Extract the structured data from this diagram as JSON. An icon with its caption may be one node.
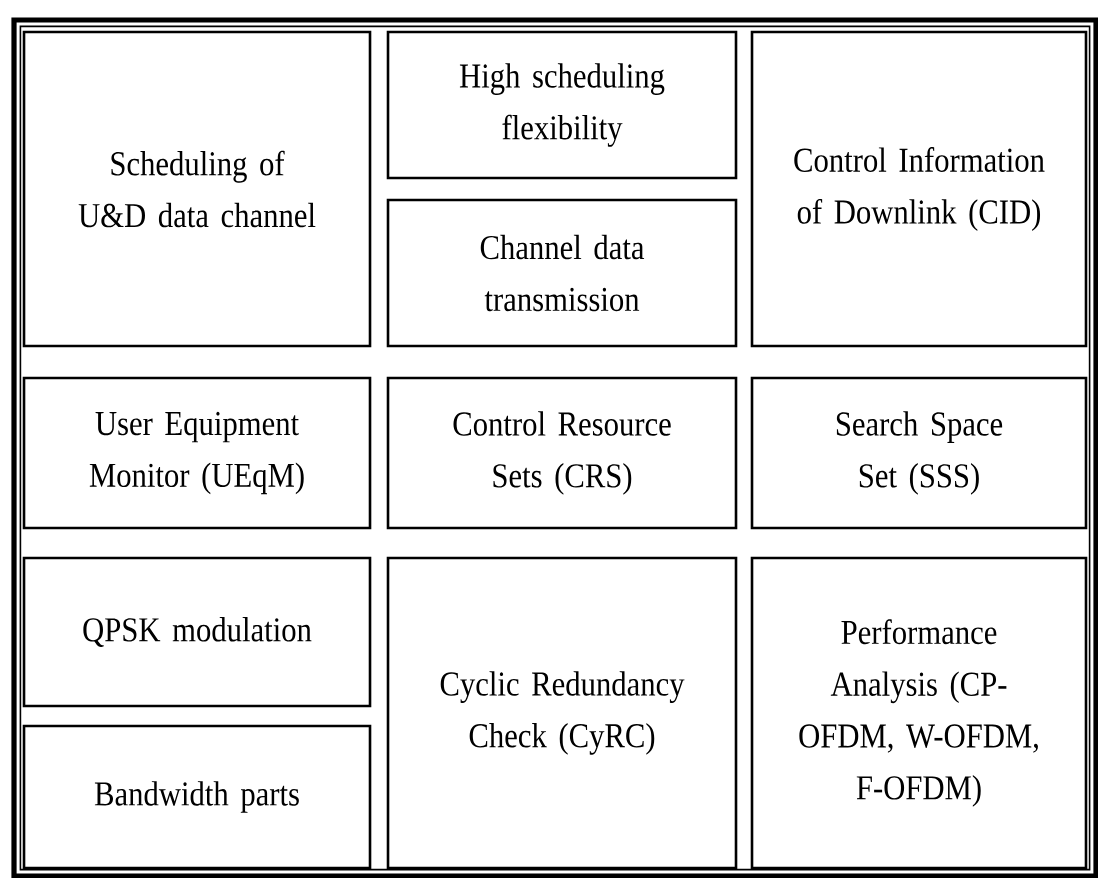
{
  "diagram": {
    "nodes": [
      {
        "text": [],
        "shape": "box"
      },
      {
        "text": [
          "Scheduling of U&D data channel"
        ],
        "in": 0
      },
      {
        "text": [
          "High scheduling flexibility"
        ],
        "in": 0
      },
      {
        "text": [
          "Channel data transmission"
        ],
        "in": 0
      },
      {
        "text": [
          "Control Information of Downlink (CID)"
        ],
        "in": 0
      },
      {
        "text": [
          "User Equipment Monitor (UEqM)"
        ],
        "in": 0
      },
      {
        "text": [
          "Control Resource Sets (CRS)"
        ],
        "in": 0
      },
      {
        "text": [
          "Search Space Set (SSS)"
        ],
        "in": 0
      },
      {
        "text": [
          "QPSK modulation"
        ],
        "in": 0
      },
      {
        "text": [
          "Bandwidth parts"
        ],
        "in": 0
      },
      {
        "text": [
          "Cyclic Redundancy Check (CyRC)"
        ],
        "in": 0
      },
      {
        "text": [
          "Performance Analysis (CP-OFDM, W-OFDM, F-OFDM)"
        ],
        "in": 0
      }
    ]
  }
}
